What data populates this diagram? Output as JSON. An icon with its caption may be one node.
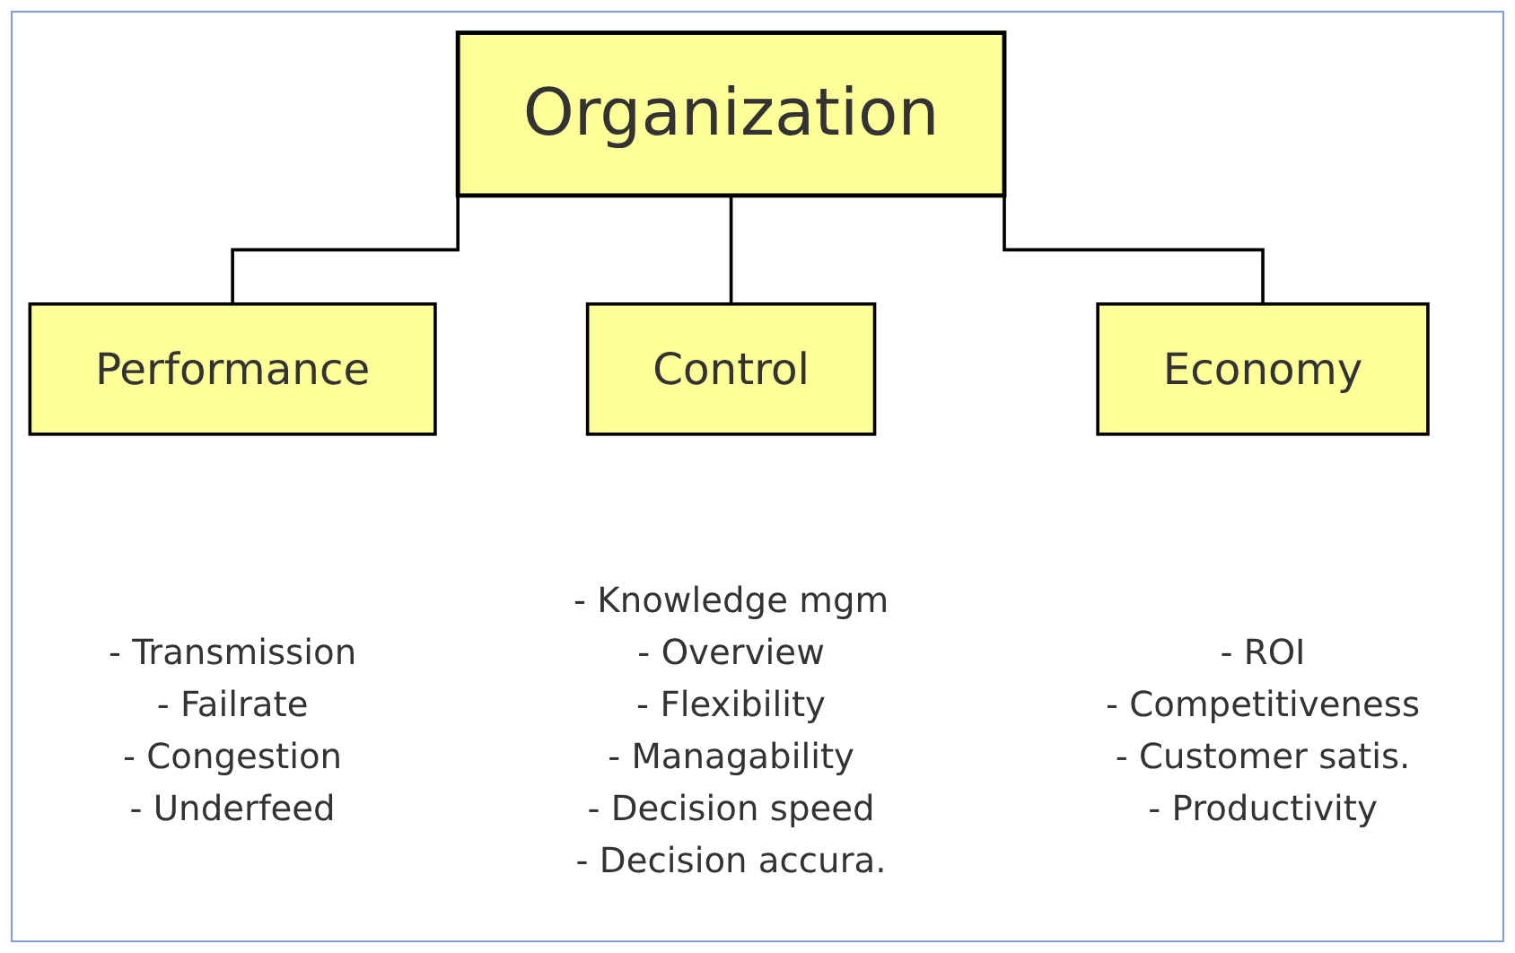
{
  "diagram": {
    "nodes": [
      {
        "text": [
          "Organization"
        ]
      },
      {
        "text": [
          "Performance"
        ],
        "beside": [
          "- Transmission",
          "- Failrate",
          "- Congestion",
          "- Underfeed"
        ]
      },
      {
        "text": [
          "Control"
        ],
        "beside": [
          "- Knowledge mgm",
          "- Overview",
          "- Flexibility",
          "- Managability",
          "- Decision speed",
          "- Decision accura."
        ]
      },
      {
        "text": [
          "Economy"
        ],
        "beside": [
          "- ROI",
          "- Competitiveness",
          "- Customer satis.",
          "- Productivity"
        ]
      }
    ],
    "edges": [
      {
        "from": 0,
        "to": 1,
        "arrow": "none"
      },
      {
        "from": 0,
        "to": 2,
        "arrow": "none"
      },
      {
        "from": 0,
        "to": 3,
        "arrow": "none"
      }
    ]
  }
}
